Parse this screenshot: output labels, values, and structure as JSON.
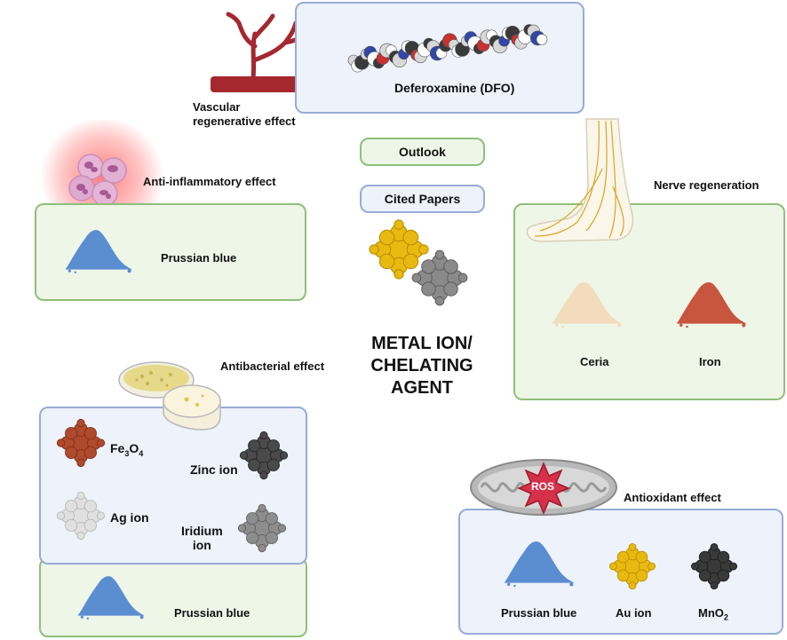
{
  "top": {
    "dfo_label": "Deferoxamine (DFO)",
    "vascular_label_1": "Vascular",
    "vascular_label_2": "regenerative effect"
  },
  "center": {
    "outlook": "Outlook",
    "cited_papers": "Cited Papers",
    "title_1": "METAL ION/",
    "title_2": "CHELATING",
    "title_3": "AGENT"
  },
  "anti_inflammatory": {
    "heading": "Anti-inflammatory effect",
    "item": "Prussian blue"
  },
  "nerve": {
    "heading": "Nerve regeneration",
    "items": [
      "Ceria",
      "Iron"
    ]
  },
  "antibacterial": {
    "heading": "Antibacterial effect",
    "fe": "Fe",
    "fe_sub1": "3",
    "o": "O",
    "fe_sub2": "4",
    "zinc": "Zinc ion",
    "ag": "Ag ion",
    "iridium_1": "Iridium",
    "iridium_2": "ion",
    "prussian": "Prussian blue"
  },
  "antioxidant": {
    "heading": "Antioxidant effect",
    "ros": "ROS",
    "prussian": "Prussian blue",
    "au": "Au ion",
    "mn": "MnO",
    "mn_sub": "2"
  },
  "colors": {
    "green_fill": "#eef6e8",
    "green_border": "#8fbf7a",
    "blue_fill": "#eef2fa",
    "blue_border": "#97acd6",
    "prussian_blue": "#5b8dd1",
    "gold": "#e8b910",
    "grey": "#8a8a8a",
    "rust": "#b04a2c",
    "ceria": "#f3dcbc",
    "iron_powder": "#c8553d",
    "ros_red": "#d6314a"
  },
  "icons": [
    "blood-vessel-icon",
    "dfo-molecule-icon",
    "inflammatory-cells-icon",
    "powder-pile-icon",
    "nanoparticle-cluster-icon",
    "foot-nerve-icon",
    "petri-dish-icon",
    "mitochondrion-icon"
  ]
}
